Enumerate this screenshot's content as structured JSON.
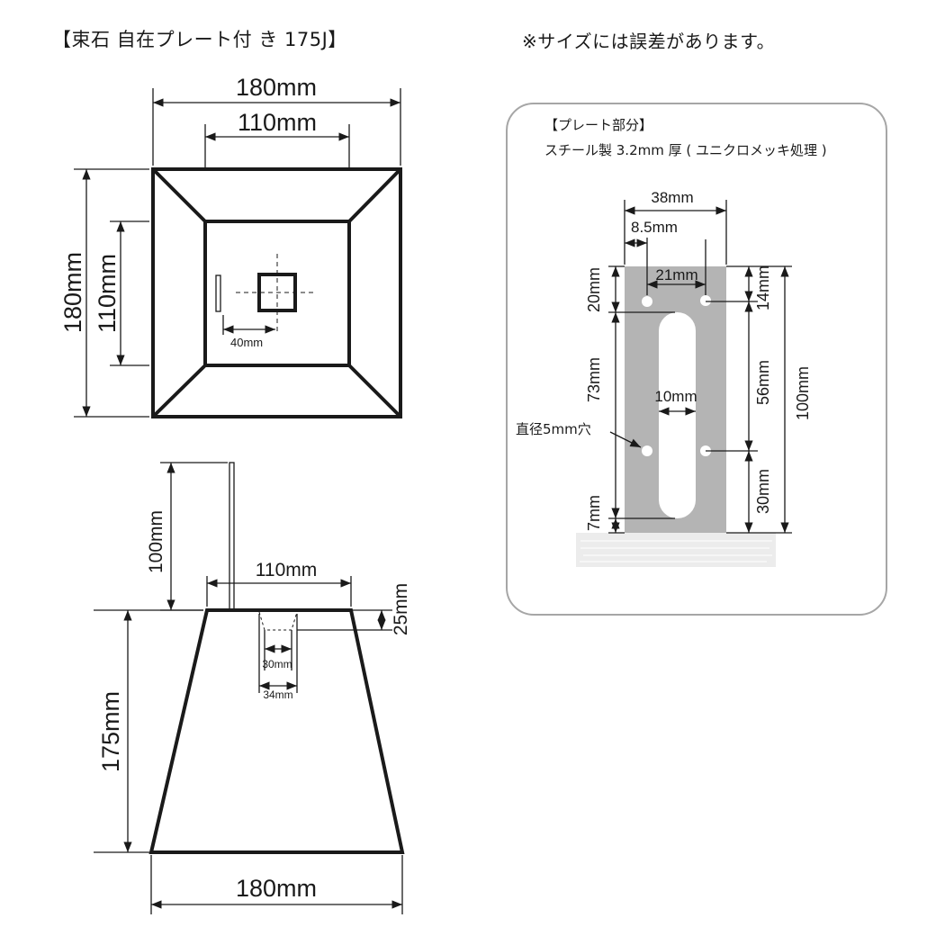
{
  "header": {
    "title": "【束石 自在プレート付 き 175J】",
    "note": "※サイズには誤差があります。"
  },
  "top_view": {
    "outer_width": "180mm",
    "inner_width": "110mm",
    "outer_height": "180mm",
    "inner_height": "110mm",
    "plate_offset": "40mm"
  },
  "side_view": {
    "plate_height": "100mm",
    "top_width": "110mm",
    "hole_depth": "25mm",
    "hole_inner": "30mm",
    "hole_outer": "34mm",
    "height": "175mm",
    "bottom_width": "180mm"
  },
  "plate_panel": {
    "heading": "【プレート部分】",
    "spec": "スチール製 3.2mm 厚 ( ユニクロメッキ処理 )",
    "width": "38mm",
    "edge_offset": "8.5mm",
    "hole_spacing": "21mm",
    "top_margin_left": "20mm",
    "slot_length": "73mm",
    "bottom_margin_left": "7mm",
    "top_margin_right": "14mm",
    "hole_pitch": "56mm",
    "bottom_margin_right": "30mm",
    "total_height": "100mm",
    "slot_width": "10mm",
    "hole_label": "直径5mm穴",
    "colors": {
      "plate": "#b4b4b4",
      "frame": "#a6a6a6"
    }
  }
}
